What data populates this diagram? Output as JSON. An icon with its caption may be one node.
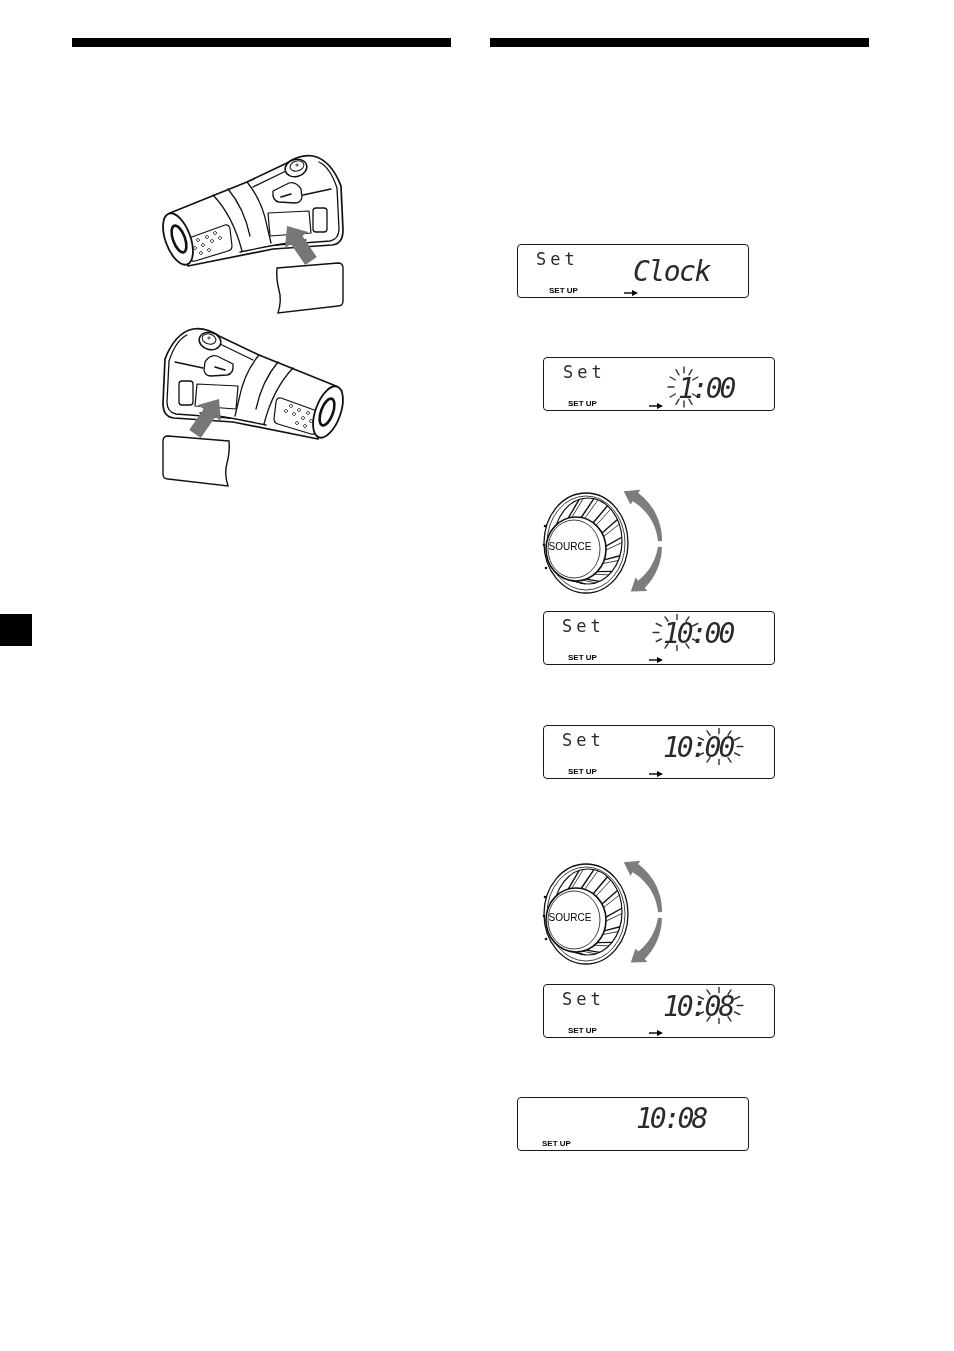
{
  "diagram": {
    "nodes": [
      {
        "text": [
          "Set",
          "Clock",
          "SET UP"
        ]
      },
      {
        "text": [
          "Set",
          "1:00",
          "SET UP"
        ]
      },
      {
        "text": [
          "SOURCE"
        ]
      },
      {
        "text": [
          "Set",
          "10:00",
          "SET UP"
        ]
      },
      {
        "text": [
          "Set",
          "10:00",
          "SET UP"
        ]
      },
      {
        "text": [
          "SOURCE"
        ]
      },
      {
        "text": [
          "Set",
          "10:08",
          "SET UP"
        ]
      },
      {
        "text": [
          "10:08",
          "SET UP"
        ]
      }
    ]
  }
}
